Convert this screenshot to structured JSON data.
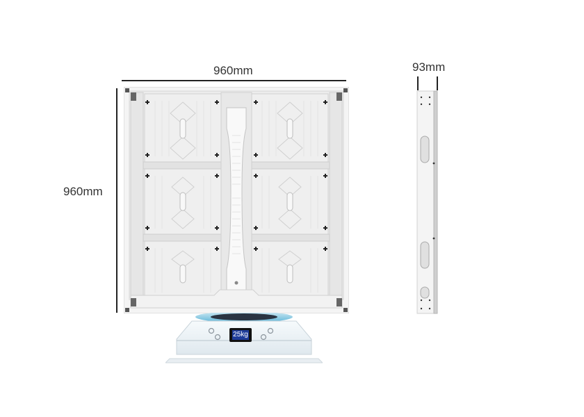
{
  "dimensions": {
    "width_label": "960mm",
    "height_label": "960mm",
    "depth_label": "93mm"
  },
  "scale": {
    "display_text": "25kg",
    "display_color": "#1f3d9a"
  },
  "colors": {
    "cabinet": "#f2f2f2",
    "cabinet_edge": "#d4d4d4",
    "dimension_line": "#222222",
    "text": "#333333",
    "scale_ring": "#5fb6d8"
  }
}
